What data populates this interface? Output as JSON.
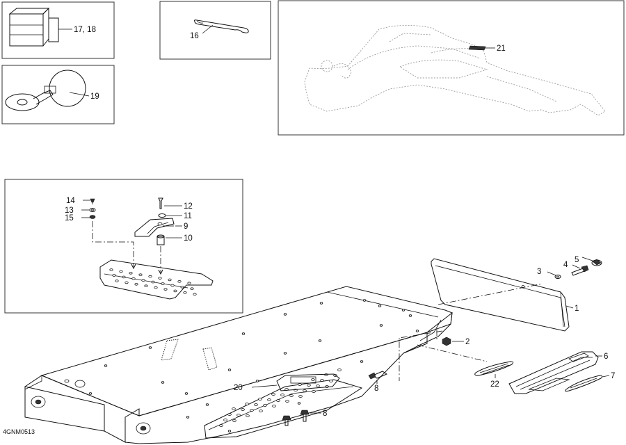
{
  "diagram_code": "4GNM0513",
  "callouts": {
    "c1": "1",
    "c2": "2",
    "c3": "3",
    "c4": "4",
    "c5": "5",
    "c6": "6",
    "c7": "7",
    "c8a": "8",
    "c8b": "8",
    "c9": "9",
    "c10": "10",
    "c11": "11",
    "c12": "12",
    "c13": "13",
    "c14": "14",
    "c15": "15",
    "c16": "16",
    "c17_18": "17, 18",
    "c19": "19",
    "c20": "20",
    "c21": "21",
    "c22": "22"
  }
}
